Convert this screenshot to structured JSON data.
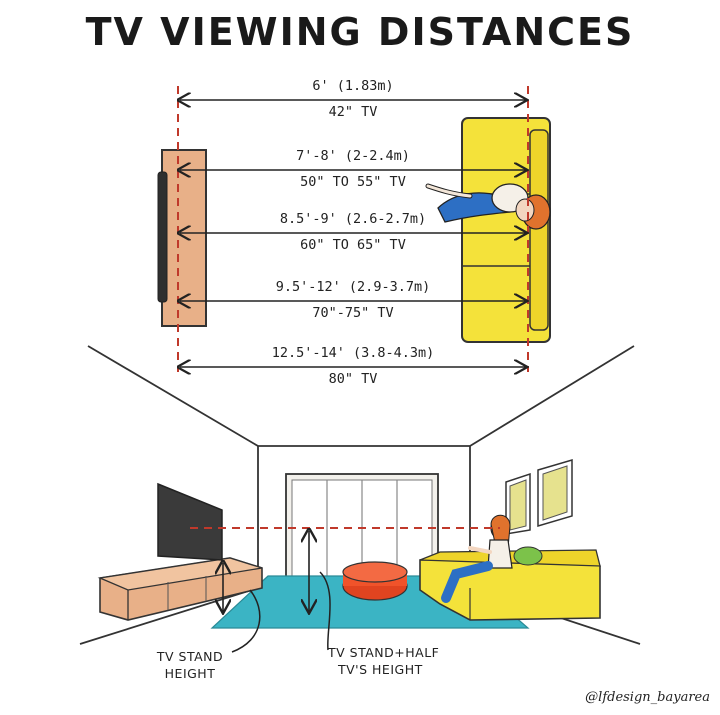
{
  "title": "TV VIEWING DISTANCES",
  "distances": [
    {
      "distance": "6' (1.83m)",
      "tv": "42\" TV"
    },
    {
      "distance": "7'-8' (2-2.4m)",
      "tv": "50\" TO 55\" TV"
    },
    {
      "distance": "8.5'-9' (2.6-2.7m)",
      "tv": "60\" TO 65\" TV"
    },
    {
      "distance": "9.5'-12' (2.9-3.7m)",
      "tv": "70\"-75\" TV"
    },
    {
      "distance": "12.5'-14' (3.8-4.3m)",
      "tv": "80\" TV"
    }
  ],
  "notes": {
    "stand_height_line1": "TV STAND",
    "stand_height_line2": "HEIGHT",
    "stand_half_line1": "TV STAND+HALF",
    "stand_half_line2": "TV'S HEIGHT"
  },
  "credit": "@lfdesign_bayarea",
  "colors": {
    "tv_stand": "#e8b088",
    "sofa": "#f4e23a",
    "rug": "#3bb4c4",
    "ottoman": "#f0532a",
    "guide_line": "#c0392b",
    "tv": "#3a3a3a"
  }
}
